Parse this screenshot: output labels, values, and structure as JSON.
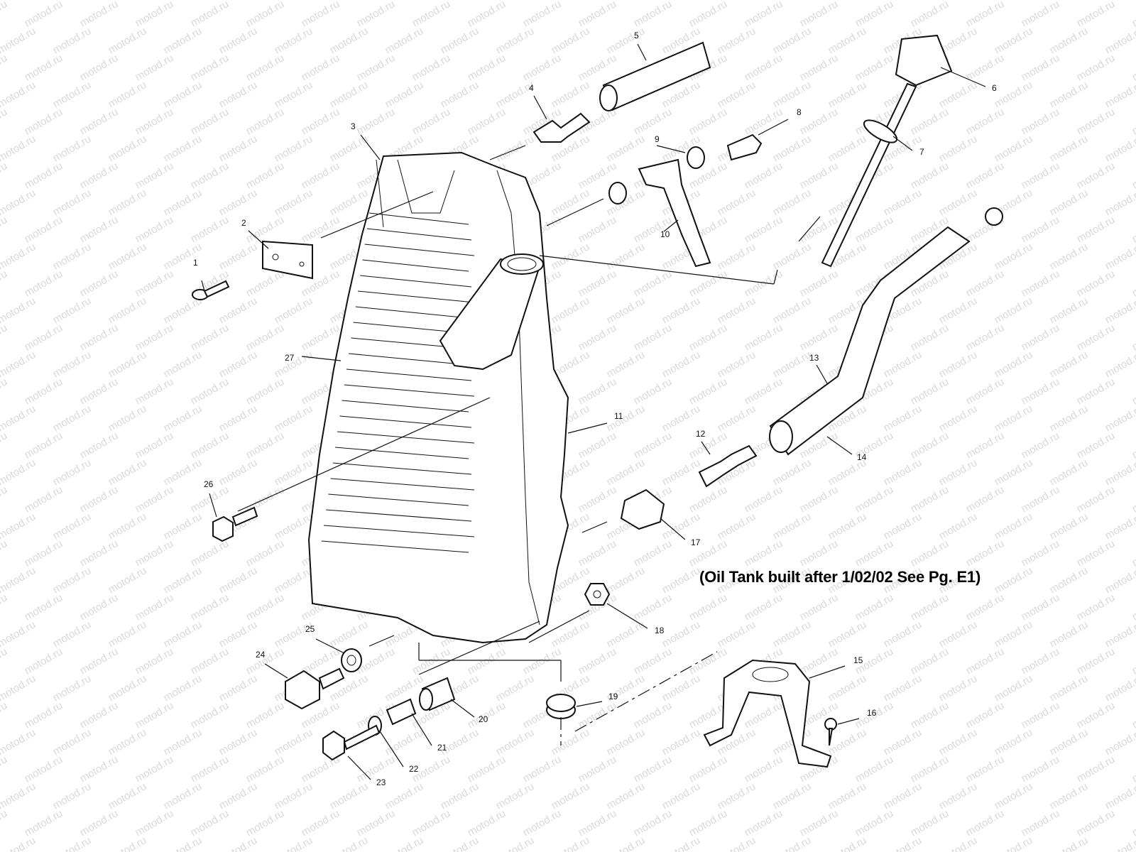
{
  "watermark": "motod.ru",
  "note": "(Oil Tank built after 1/02/02 See Pg. E1)",
  "callouts": [
    "1",
    "2",
    "3",
    "4",
    "5",
    "6",
    "7",
    "8",
    "9",
    "10",
    "11",
    "12",
    "13",
    "14",
    "15",
    "16",
    "17",
    "18",
    "19",
    "20",
    "21",
    "22",
    "23",
    "24",
    "25",
    "26",
    "27"
  ]
}
